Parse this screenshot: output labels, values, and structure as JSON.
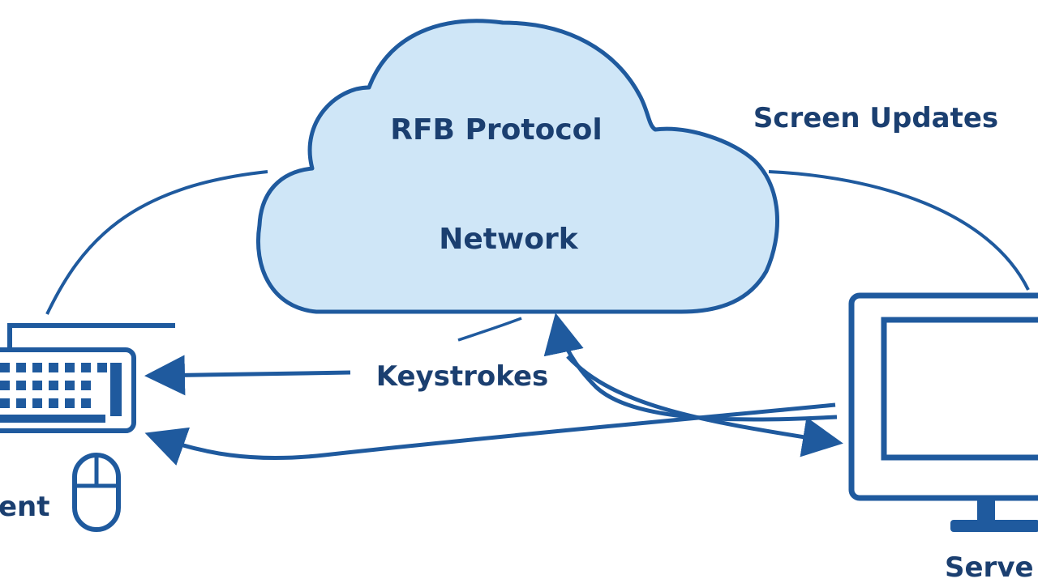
{
  "labels": {
    "protocol": "RFB Protocol",
    "network": "Network",
    "screen_updates": "Screen Updates",
    "keystrokes": "Keystrokes",
    "client": "ent",
    "server": "Serve"
  },
  "colors": {
    "stroke": "#1f5a9e",
    "cloud_fill": "#cfe6f7",
    "text": "#1b3f70",
    "background": "#ffffff"
  },
  "icons": [
    "cloud-icon",
    "keyboard-icon",
    "mouse-icon",
    "monitor-icon"
  ]
}
